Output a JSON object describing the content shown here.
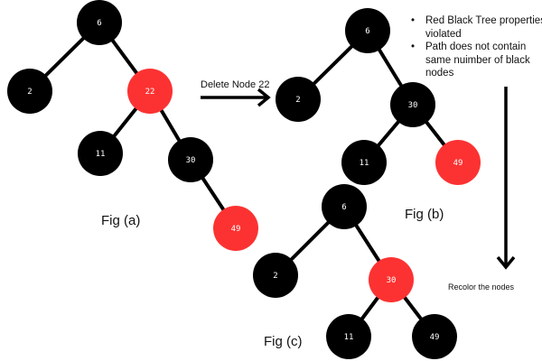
{
  "colors": {
    "black_node": "#000000",
    "red_node": "#fc3232",
    "edge": "#000000",
    "node_text": "#ffffff"
  },
  "figures": [
    {
      "id": "a",
      "caption": "Fig (a)",
      "nodes": [
        {
          "key": "6",
          "color": "black"
        },
        {
          "key": "2",
          "color": "black"
        },
        {
          "key": "22",
          "color": "red"
        },
        {
          "key": "11",
          "color": "black"
        },
        {
          "key": "30",
          "color": "black"
        },
        {
          "key": "49",
          "color": "red"
        }
      ],
      "edges": [
        [
          "6",
          "2"
        ],
        [
          "6",
          "22"
        ],
        [
          "22",
          "11"
        ],
        [
          "22",
          "30"
        ],
        [
          "30",
          "49"
        ]
      ]
    },
    {
      "id": "b",
      "caption": "Fig (b)",
      "nodes": [
        {
          "key": "6",
          "color": "black"
        },
        {
          "key": "2",
          "color": "black"
        },
        {
          "key": "30",
          "color": "black"
        },
        {
          "key": "11",
          "color": "black"
        },
        {
          "key": "49",
          "color": "red"
        }
      ],
      "edges": [
        [
          "6",
          "2"
        ],
        [
          "6",
          "30"
        ],
        [
          "30",
          "11"
        ],
        [
          "30",
          "49"
        ]
      ]
    },
    {
      "id": "c",
      "caption": "Fig (c)",
      "nodes": [
        {
          "key": "6",
          "color": "black"
        },
        {
          "key": "2",
          "color": "black"
        },
        {
          "key": "30",
          "color": "red"
        },
        {
          "key": "11",
          "color": "black"
        },
        {
          "key": "49",
          "color": "black"
        }
      ],
      "edges": [
        [
          "6",
          "2"
        ],
        [
          "6",
          "30"
        ],
        [
          "30",
          "11"
        ],
        [
          "30",
          "49"
        ]
      ]
    }
  ],
  "transitions": {
    "a_to_b": {
      "label": "Delete Node 22",
      "direction": "right"
    },
    "b_to_c": {
      "label": "Recolor the nodes",
      "direction": "down"
    }
  },
  "notes": [
    "Red Black Tree properties violated",
    "Path does not contain same nuimber of black nodes"
  ]
}
